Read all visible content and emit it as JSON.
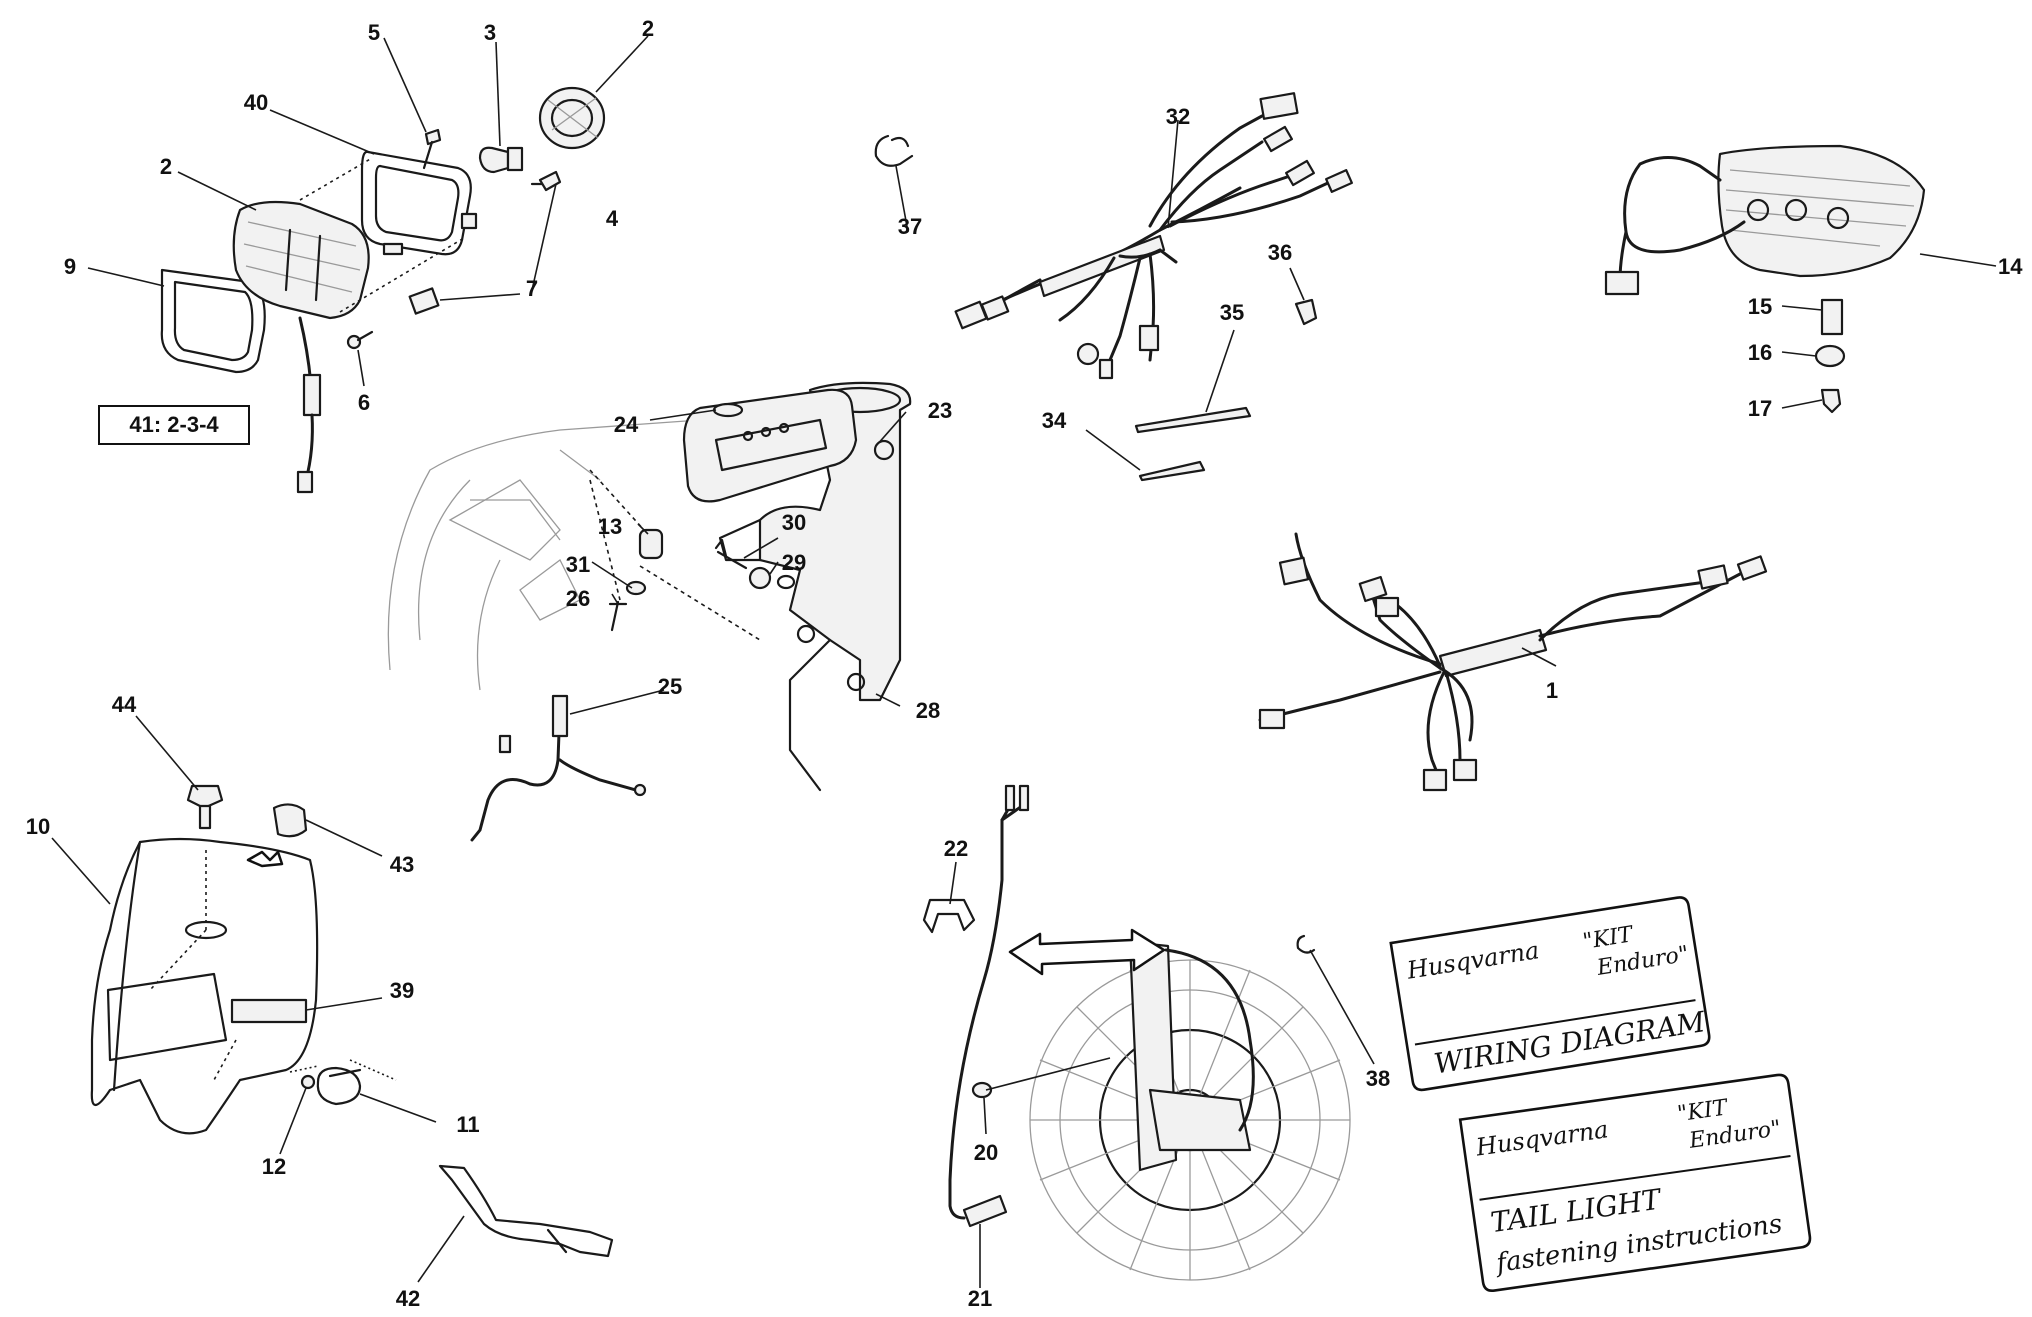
{
  "kit_reference": "41: 2-3-4",
  "callouts": {
    "c1": "1",
    "c2a": "2",
    "c2b": "2",
    "c3": "3",
    "c4": "4",
    "c5": "5",
    "c6": "6",
    "c7": "7",
    "c9": "9",
    "c10": "10",
    "c11": "11",
    "c12": "12",
    "c13": "13",
    "c14": "14",
    "c15": "15",
    "c16": "16",
    "c17": "17",
    "c20": "20",
    "c21": "21",
    "c22": "22",
    "c23": "23",
    "c24": "24",
    "c25": "25",
    "c26": "26",
    "c28": "28",
    "c29": "29",
    "c30": "30",
    "c31": "31",
    "c32": "32",
    "c34": "34",
    "c35": "35",
    "c36": "36",
    "c37": "37",
    "c38": "38",
    "c39": "39",
    "c40": "40",
    "c42": "42",
    "c43": "43",
    "c44": "44"
  },
  "wiring_card": {
    "brand": "Husqvarna",
    "kit_line1": "\"KIT",
    "kit_line2": "Enduro\"",
    "title": "WIRING DIAGRAM"
  },
  "taillight_card": {
    "brand": "Husqvarna",
    "kit_line1": "\"KIT",
    "kit_line2": "Enduro\"",
    "title": "TAIL LIGHT",
    "subtitle": "fastening instructions"
  }
}
